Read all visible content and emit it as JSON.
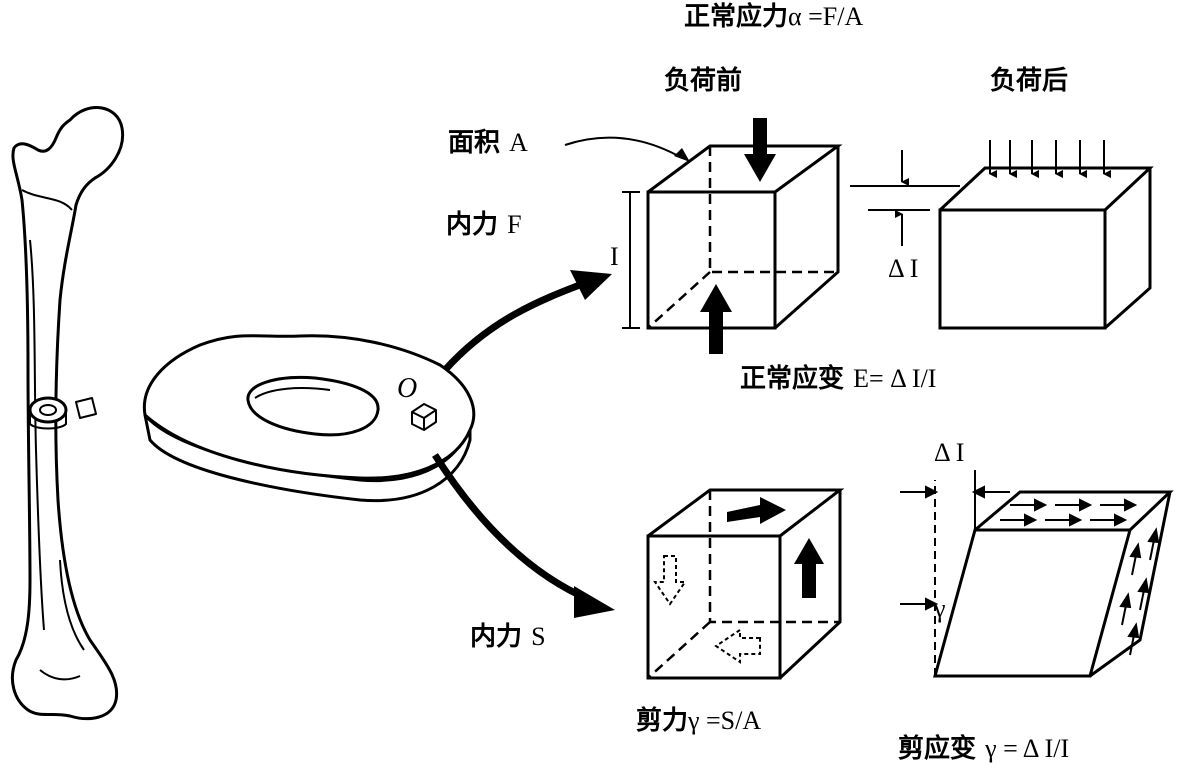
{
  "labels": {
    "normal_stress_title": "正常应力",
    "normal_stress_formula": "α =F/A",
    "before_load": "负荷前",
    "after_load": "负荷后",
    "area_label": "面积",
    "area_symbol": "A",
    "internal_force_f": "内力",
    "internal_force_f_symbol": "F",
    "length_symbol": "I",
    "delta_l_normal": "Δ I",
    "normal_strain": "正常应变",
    "normal_strain_formula": "E= Δ I/I",
    "origin_symbol": "O",
    "internal_force_s": "内力",
    "internal_force_s_symbol": "S",
    "delta_l_shear": "Δ I",
    "gamma_symbol": "γ",
    "shear_force": "剪力",
    "shear_force_formula": "γ =S/A",
    "shear_strain": "剪应变",
    "shear_strain_formula": "γ = Δ I/I"
  }
}
